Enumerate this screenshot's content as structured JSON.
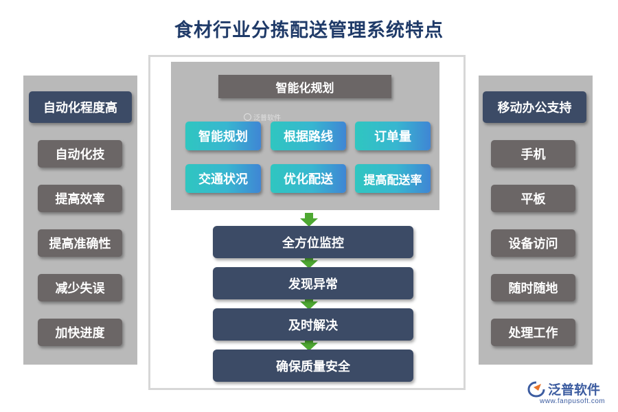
{
  "title": "食材行业分拣配送管理系统特点",
  "left": {
    "header": "自动化程度高",
    "items": [
      "自动化技",
      "提高效率",
      "提高准确性",
      "减少失误",
      "加快进度"
    ]
  },
  "right": {
    "header": "移动办公支持",
    "items": [
      "手机",
      "平板",
      "设备访问",
      "随时随地",
      "处理工作"
    ]
  },
  "planning": {
    "header": "智能化规划",
    "items": [
      "智能规划",
      "根据路线",
      "订单量",
      "交通状况",
      "优化配送",
      "提高配送率"
    ]
  },
  "flow": [
    "全方位监控",
    "发现异常",
    "及时解决",
    "确保质量安全"
  ],
  "watermark": "泛普软件",
  "logo": {
    "name": "泛普软件",
    "url": "www.fanpusoft.com"
  },
  "colors": {
    "title": "#1f3a68",
    "dark_box": "#3c4b66",
    "gray_box": "#6b6666",
    "teal_start": "#2fc6c0",
    "teal_end": "#3f86d4",
    "arrow": "#4ea832",
    "panel": "#b9b9b9"
  }
}
